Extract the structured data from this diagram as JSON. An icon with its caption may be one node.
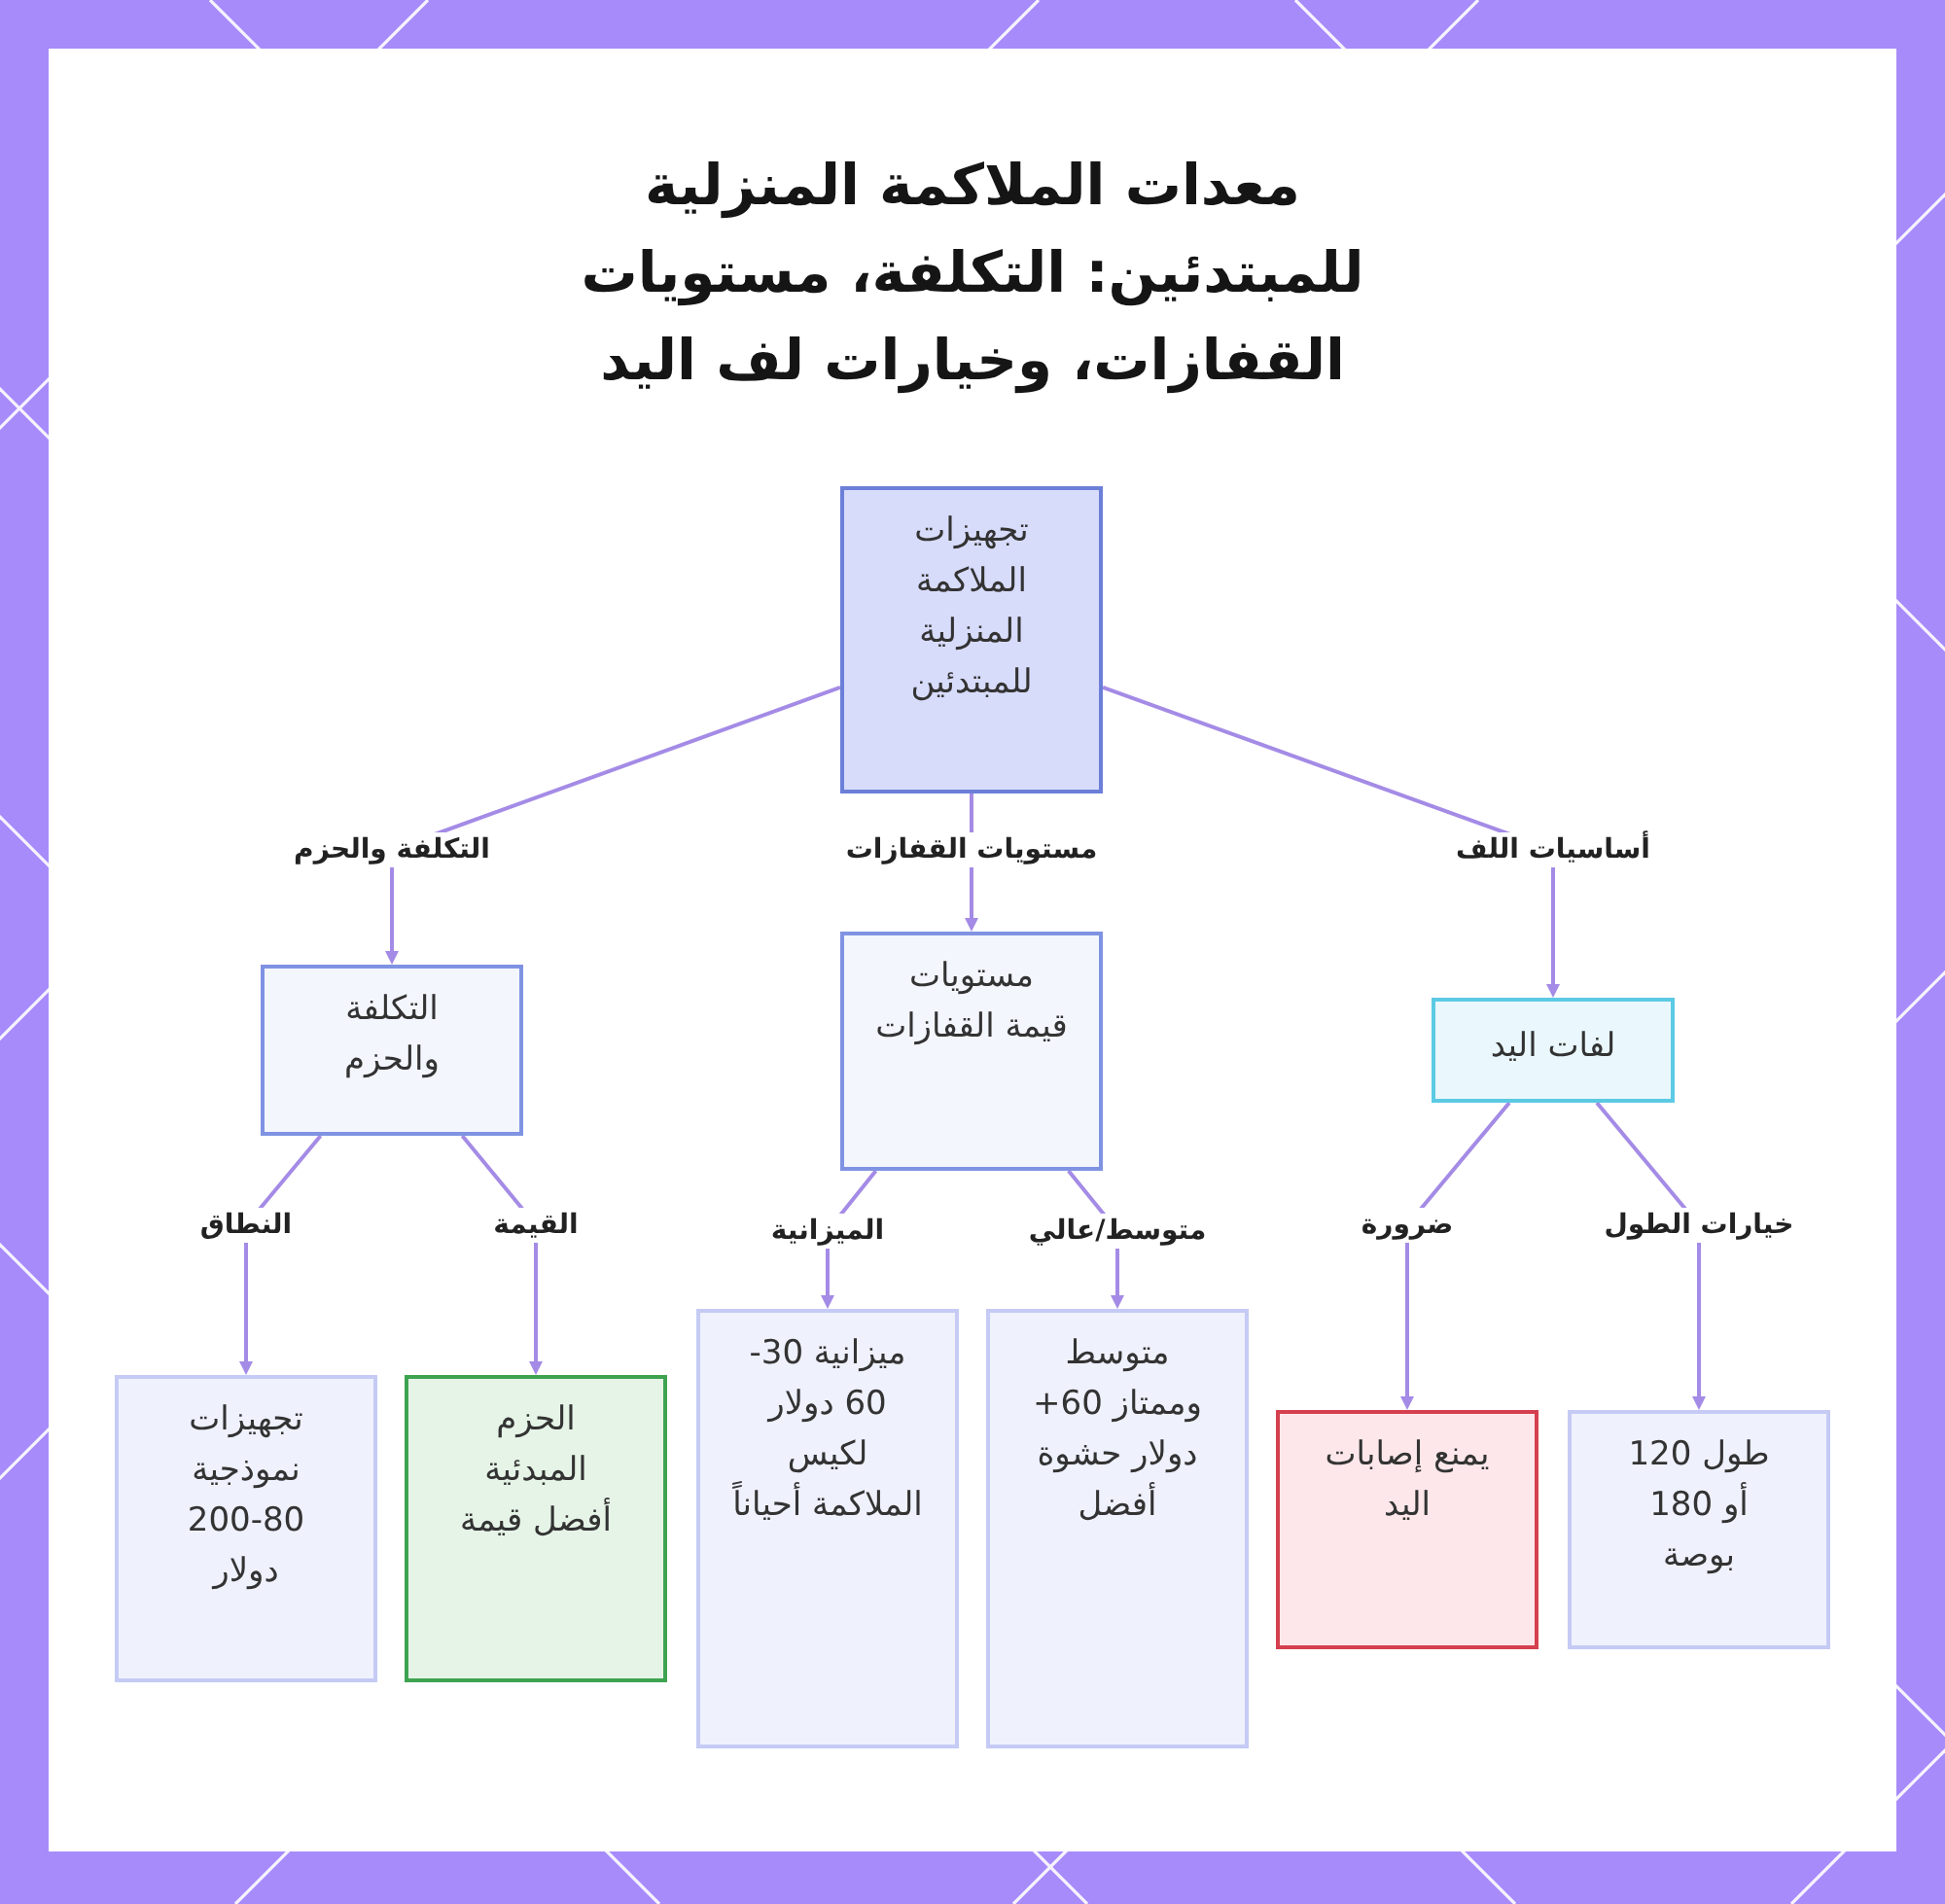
{
  "diagram": {
    "title": "معدات الملاكمة المنزلية للمبتدئين: التكلفة، مستويات القفازات، وخيارات لف اليد",
    "nodes": [
      {
        "text": [
          "تجهيزات الملاكمة المنزلية للمبتدئين"
        ]
      },
      {
        "text": [
          "التكلفة والحزم"
        ]
      },
      {
        "text": [
          "مستويات قيمة القفازات"
        ]
      },
      {
        "text": [
          "لفات اليد"
        ]
      },
      {
        "text": [
          "تجهيزات نموذجية 80-200 دولار"
        ]
      },
      {
        "text": [
          "الحزم المبدئية أفضل قيمة"
        ]
      },
      {
        "text": [
          "ميزانية 30-60 دولار لكيس الملاكمة أحياناً"
        ]
      },
      {
        "text": [
          "متوسط وممتاز 60+ دولار حشوة أفضل"
        ]
      },
      {
        "text": [
          "يمنع إصابات اليد"
        ]
      },
      {
        "text": [
          "طول 120 أو 180 بوصة"
        ]
      }
    ],
    "edges": [
      {
        "from": 0,
        "to": 1,
        "arrow": "to",
        "label": "التكلفة والحزم"
      },
      {
        "from": 0,
        "to": 2,
        "arrow": "to",
        "label": "مستويات القفازات"
      },
      {
        "from": 0,
        "to": 3,
        "arrow": "to",
        "label": "أساسيات اللف"
      },
      {
        "from": 1,
        "to": 4,
        "arrow": "to",
        "label": "النطاق"
      },
      {
        "from": 1,
        "to": 5,
        "arrow": "to",
        "label": "القيمة"
      },
      {
        "from": 2,
        "to": 6,
        "arrow": "to",
        "label": "الميزانية"
      },
      {
        "from": 2,
        "to": 7,
        "arrow": "to",
        "label": "متوسط/عالي"
      },
      {
        "from": 3,
        "to": 8,
        "arrow": "to",
        "label": "ضرورة"
      },
      {
        "from": 3,
        "to": 9,
        "arrow": "to",
        "label": "خيارات الطول"
      }
    ]
  }
}
